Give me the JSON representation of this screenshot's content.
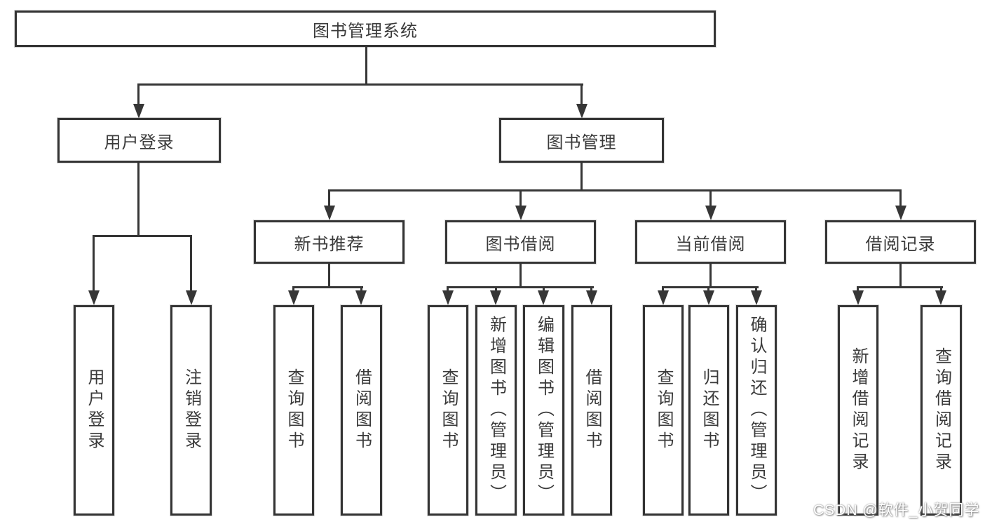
{
  "tree": {
    "root": {
      "label": "图书管理系统"
    },
    "branches": [
      {
        "label": "用户登录",
        "children": [
          {
            "label": "用户登录"
          },
          {
            "label": "注销登录"
          }
        ]
      },
      {
        "label": "图书管理",
        "children": [
          {
            "label": "新书推荐",
            "children": [
              {
                "label": "查询图书"
              },
              {
                "label": "借阅图书"
              }
            ]
          },
          {
            "label": "图书借阅",
            "children": [
              {
                "label": "查询图书"
              },
              {
                "label": "新增图书（管理员）"
              },
              {
                "label": "编辑图书（管理员）"
              },
              {
                "label": "借阅图书"
              }
            ]
          },
          {
            "label": "当前借阅",
            "children": [
              {
                "label": "查询图书"
              },
              {
                "label": "归还图书"
              },
              {
                "label": "确认归还（管理员）"
              }
            ]
          },
          {
            "label": "借阅记录",
            "children": [
              {
                "label": "新增借阅记录"
              },
              {
                "label": "查询借阅记录"
              }
            ]
          }
        ]
      }
    ]
  },
  "watermark": "CSDN @软件_小贺同学",
  "colors": {
    "line": "#363636",
    "border": "#343434",
    "text": "#3a3a3a",
    "background": "#ffffff",
    "watermark_text": "#ffffff"
  }
}
